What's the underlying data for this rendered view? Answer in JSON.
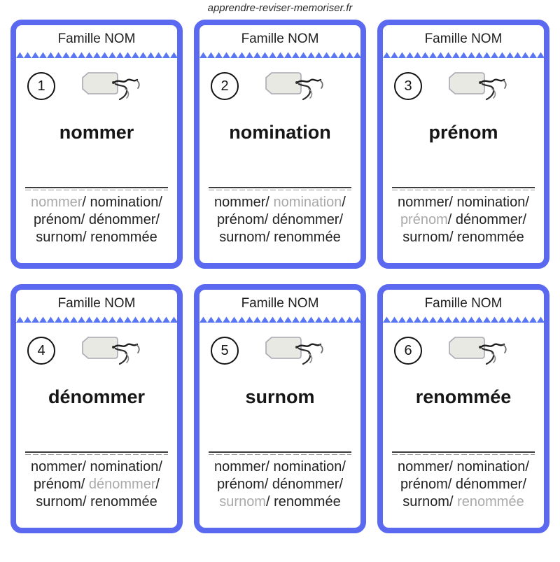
{
  "site_label": "apprendre-reviser-memoriser.fr",
  "card_title": "Famille NOM",
  "word_list": [
    "nommer",
    "nomination",
    "prénom",
    "dénommer",
    "surnom",
    "renommée"
  ],
  "cards": [
    {
      "number": "1",
      "word": "nommer",
      "highlight_index": 0
    },
    {
      "number": "2",
      "word": "nomination",
      "highlight_index": 1
    },
    {
      "number": "3",
      "word": "prénom",
      "highlight_index": 2
    },
    {
      "number": "4",
      "word": "dénommer",
      "highlight_index": 3
    },
    {
      "number": "5",
      "word": "surnom",
      "highlight_index": 4
    },
    {
      "number": "6",
      "word": "renommée",
      "highlight_index": 5
    }
  ],
  "colors": {
    "card_border": "#5a69f0",
    "zigzag": "#5b76f3",
    "muted_word": "#a9a9a9",
    "text": "#1e1e1e",
    "tag_fill": "#e9e9e3",
    "tag_stroke": "#a9a9b4",
    "string": "#1c1c1c"
  }
}
